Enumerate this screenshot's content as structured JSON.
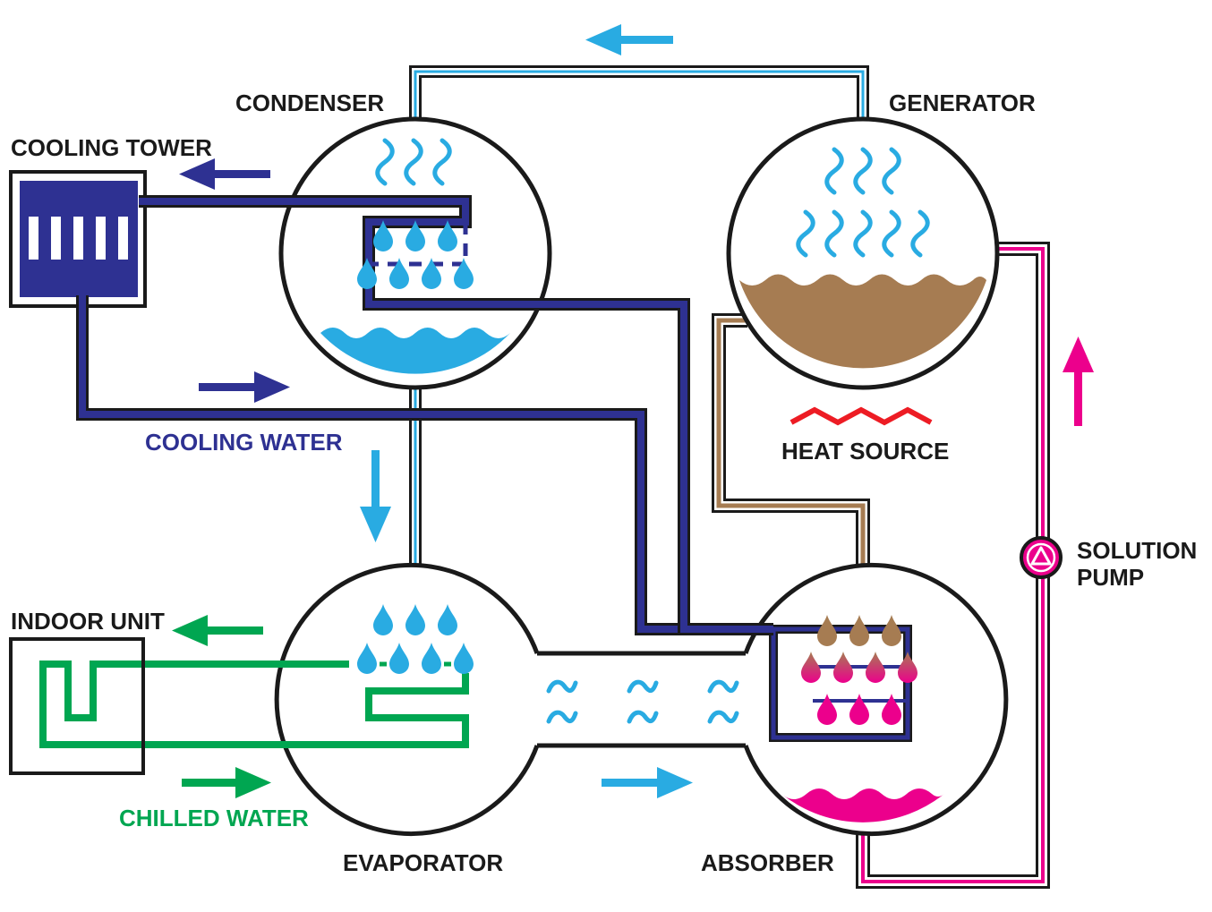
{
  "labels": {
    "condenser": "CONDENSER",
    "generator": "GENERATOR",
    "cooling_tower": "COOLING TOWER",
    "cooling_water": "COOLING WATER",
    "heat_source": "HEAT SOURCE",
    "solution_pump_line1": "SOLUTION",
    "solution_pump_line2": "PUMP",
    "indoor_unit": "INDOOR UNIT",
    "chilled_water": "CHILLED WATER",
    "evaporator": "EVAPORATOR",
    "absorber": "ABSORBER"
  },
  "colors": {
    "outline": "#1a1a1a",
    "cooling_water": "#2e3192",
    "refrigerant": "#29abe2",
    "chilled_water": "#00a651",
    "strong_solution": "#ec008c",
    "weak_solution": "#a67c52",
    "heat_source": "#ed1c24"
  }
}
